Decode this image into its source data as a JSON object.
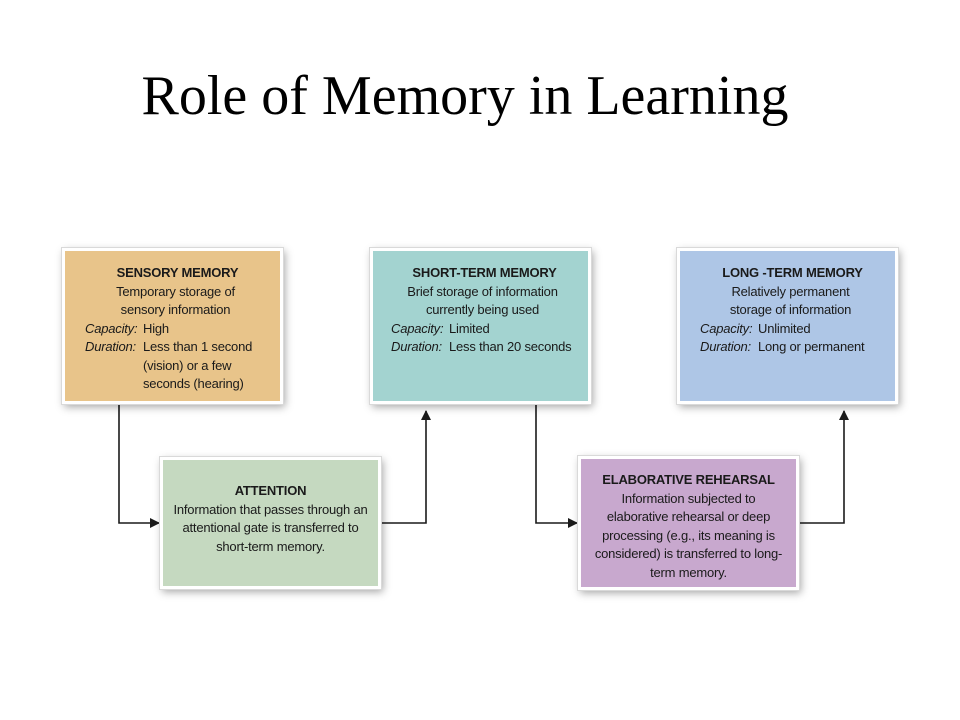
{
  "title": "Role of Memory in Learning",
  "boxes": {
    "sensory": {
      "heading": "SENSORY MEMORY",
      "desc_lines": [
        "Temporary storage of",
        "sensory information"
      ],
      "capacity_label": "Capacity:",
      "capacity_value": "High",
      "duration_label": "Duration:",
      "duration_lines": [
        "Less than 1 second",
        "(vision) or a few",
        "seconds (hearing)"
      ],
      "color": "#e8c48a"
    },
    "short_term": {
      "heading": "SHORT-TERM MEMORY",
      "desc_lines": [
        "Brief storage of information",
        "currently being used"
      ],
      "capacity_label": "Capacity:",
      "capacity_value": "Limited",
      "duration_label": "Duration:",
      "duration_lines": [
        "Less than 20 seconds"
      ],
      "color": "#a3d3d0"
    },
    "long_term": {
      "heading": "LONG -TERM MEMORY",
      "desc_lines": [
        "Relatively permanent",
        "storage of information"
      ],
      "capacity_label": "Capacity:",
      "capacity_value": "Unlimited",
      "duration_label": "Duration:",
      "duration_lines": [
        "Long or permanent"
      ],
      "color": "#aec6e6"
    },
    "attention": {
      "heading": "ATTENTION",
      "desc_lines": [
        "Information that passes through an",
        "attentional gate is transferred to",
        "short-term memory."
      ],
      "color": "#c5d9c0"
    },
    "elaborative": {
      "heading": "ELABORATIVE REHEARSAL",
      "desc_lines": [
        "Information subjected to",
        "elaborative rehearsal or deep",
        "processing (e.g., its meaning is",
        "considered) is transferred to long-",
        "term memory."
      ],
      "color": "#c8a8ce"
    }
  },
  "connectors": [
    {
      "from": "sensory",
      "to": "attention"
    },
    {
      "from": "attention",
      "to": "short_term"
    },
    {
      "from": "short_term",
      "to": "elaborative"
    },
    {
      "from": "elaborative",
      "to": "long_term"
    }
  ],
  "line_color": "#1a1a1a"
}
